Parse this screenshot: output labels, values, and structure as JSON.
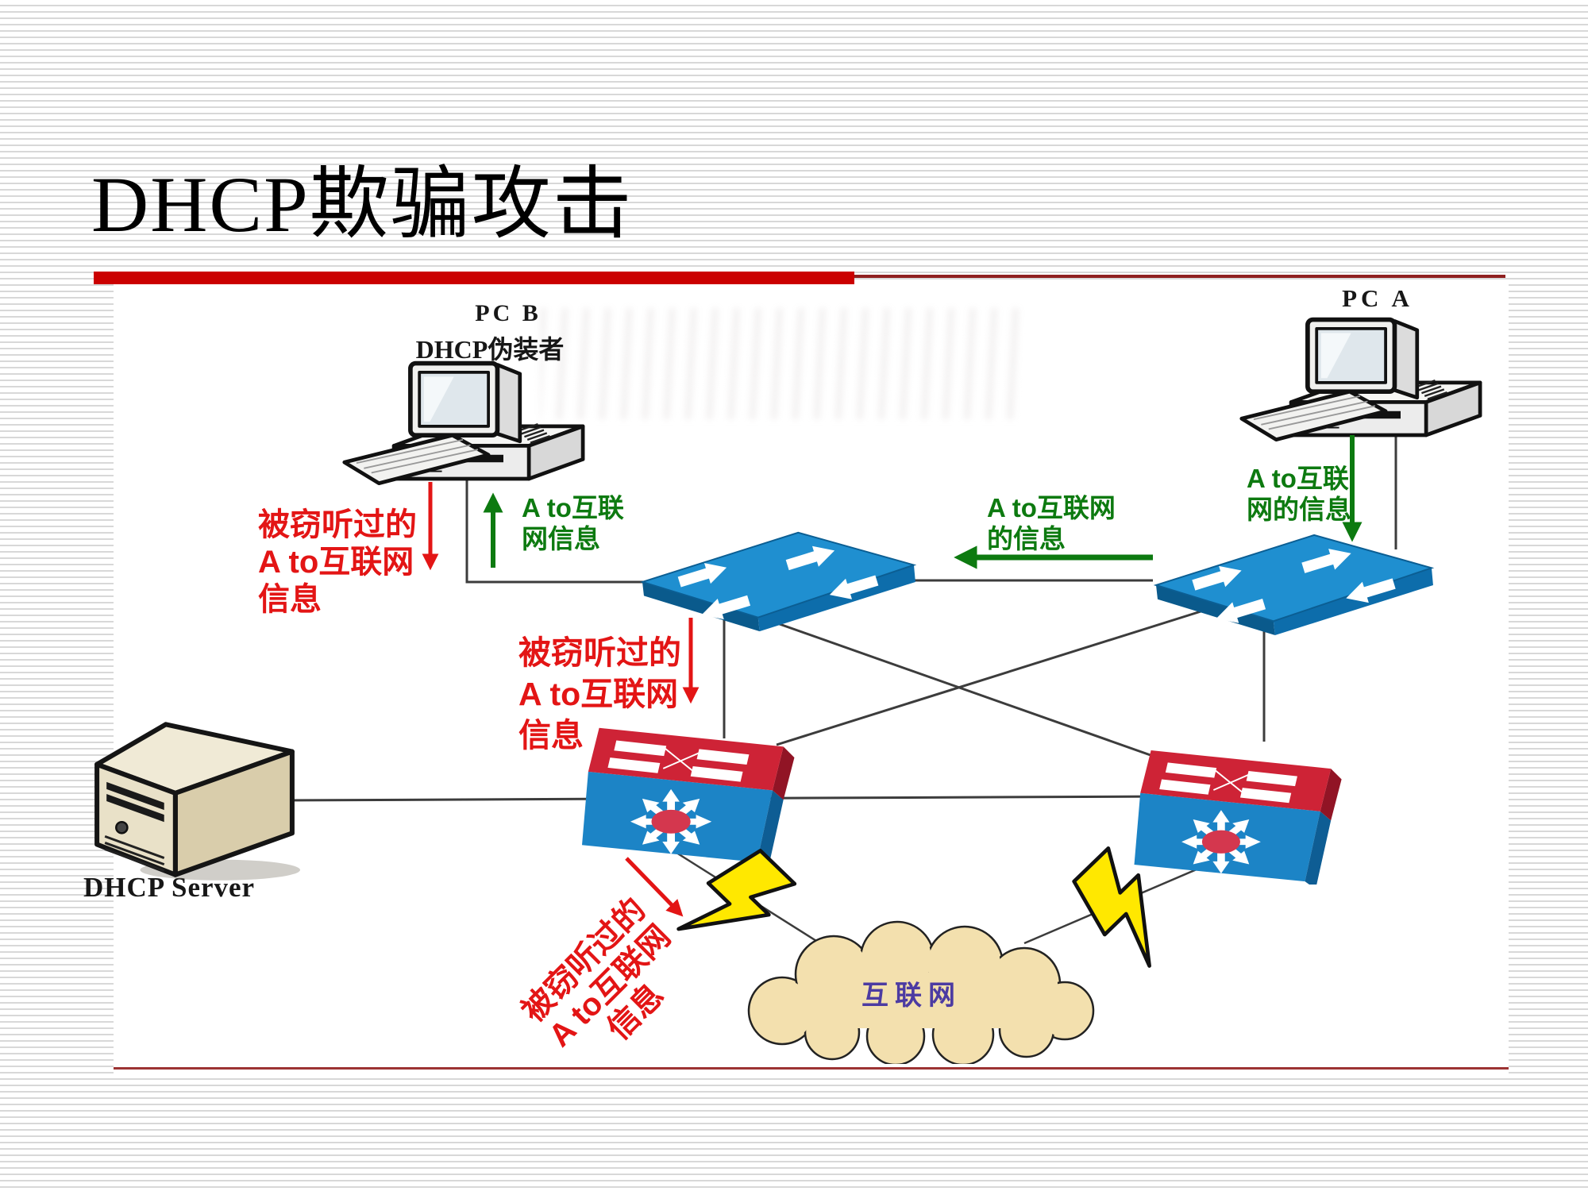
{
  "slide": {
    "title": "DHCP欺骗攻击"
  },
  "nodes": {
    "pc_b": {
      "name": "PC B",
      "subtitle": "DHCP伪装者"
    },
    "pc_a": {
      "name": "PC A"
    },
    "dhcp_server": {
      "label": "DHCP Server"
    },
    "internet_cloud": {
      "label": "互联网"
    }
  },
  "annotations": {
    "left_red": {
      "lines": [
        "被窃听过的",
        "A to互联网",
        "信息"
      ]
    },
    "pcb_green": {
      "lines": [
        "A to互联",
        "网信息"
      ]
    },
    "mid_red": {
      "lines": [
        "被窃听过的",
        "A to互联网",
        "信息"
      ]
    },
    "mid_green": {
      "lines": [
        "A to互联网",
        "的信息"
      ]
    },
    "pca_green": {
      "lines": [
        "A to互联",
        "网的信息"
      ]
    },
    "bottom_red": {
      "lines": [
        "被窃听过的",
        "A to互联网",
        "信息"
      ]
    }
  },
  "theme": {
    "accent-red": "#cb0000",
    "thin-red": "#8f1f1f",
    "ann-red": "#e31515",
    "ann-green": "#0d7a10",
    "line": "#3c3c3c",
    "switch-blue": "#1f8fd0",
    "msw-red": "#ce2336",
    "msw-blue": "#1c84c6",
    "cloud-fill": "#f3e0ae",
    "cloud-text": "#4c3ba2",
    "bolt-yellow": "#ffe800"
  }
}
